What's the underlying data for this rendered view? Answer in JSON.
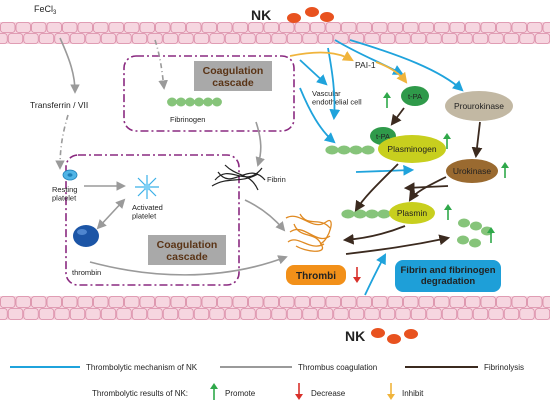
{
  "top": {
    "fecl": "FeCl",
    "fecl_sub": "3",
    "nk": "NK"
  },
  "bottom": {
    "nk": "NK"
  },
  "boxes": {
    "coag_top": "Coagulation\ncascade",
    "coag_left": "Coagulation\ncascade"
  },
  "labels": {
    "transferrin": "Transferrin / VII",
    "fibrinogen": "Fibrinogen",
    "resting_platelet": "Resting\nplatelet",
    "activated_platelet": "Activated\nplatelet",
    "thrombin": "thrombin",
    "fibrin": "Fibrin",
    "vascular": "Vascular\nendothelial cell",
    "pai1": "PAI-1",
    "tpa_top": "t-PA",
    "tpa_mid": "t-PA",
    "plasminogen": "Plasminogen",
    "prourokinase": "Prourokinase",
    "urokinase": "Urokinase",
    "plasmin": "Plasmin",
    "thrombi": "Thrombi",
    "degradation": "Fibrin and fibrinogen\ndegradation"
  },
  "legend": {
    "thrombolytic": "Thrombolytic mechanism of NK",
    "coagulation": "Thrombus coagulation",
    "fibrinolysis": "Fibrinolysis",
    "results_label": "Thrombolytic results of NK:",
    "promote": "Promote",
    "decrease": "Decrease",
    "inhibit": "Inhibit"
  },
  "colors": {
    "vessel_fill": "#f6d6e0",
    "vessel_line": "#d98aa5",
    "nk_dot": "#e8521f",
    "blue_arrow": "#1fa3dc",
    "gray_arrow": "#9a9a9a",
    "dark_arrow": "#3b2a1f",
    "yellow_arrow": "#f0b43c",
    "green_up": "#2fa84a",
    "red_down": "#d8302a",
    "purple_dash": "#8a2a80",
    "box_gray": "#a9a9a9",
    "box_text": "#5a3416",
    "bead_green": "#86c47a",
    "plasminogen_fill": "#c8cf1e",
    "prourokinase_fill": "#c2b8a3",
    "urokinase_fill": "#9a6a30",
    "tpa_fill": "#2f9a4a",
    "thrombi_fill": "#f29019",
    "degradation_fill": "#1e9fd8"
  }
}
